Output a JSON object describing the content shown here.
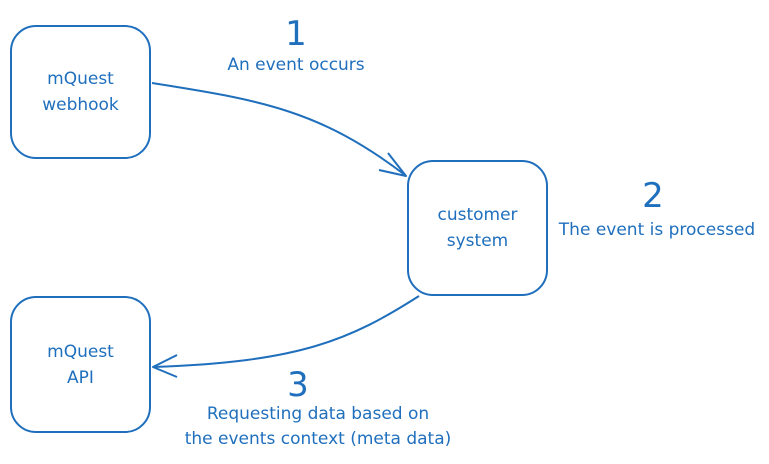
{
  "nodes": {
    "webhook": {
      "label": "mQuest\nwebhook"
    },
    "customer": {
      "label": "customer\nsystem"
    },
    "api": {
      "label": "mQuest\nAPI"
    }
  },
  "steps": [
    {
      "number": "1",
      "text": "An event occurs"
    },
    {
      "number": "2",
      "text": "The event is processed"
    },
    {
      "number": "3",
      "text": "Requesting data based on\nthe events context (meta data)"
    }
  ],
  "colors": {
    "stroke": "#1f6fbd",
    "text": "#1f6fbd",
    "background": "#ffffff"
  }
}
